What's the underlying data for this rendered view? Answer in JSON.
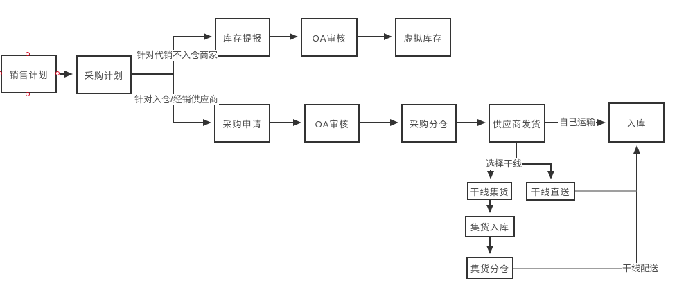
{
  "diagram": {
    "type": "flowchart",
    "background_color": "#ffffff",
    "node_border_color": "#333333",
    "node_fill_color": "#ffffff",
    "text_color": "#4a4a4a",
    "connector_color": "#333333",
    "selection_handle_color": "#d0021b",
    "nodes": [
      {
        "id": "sales-plan",
        "label": "销售计划",
        "selected": true
      },
      {
        "id": "purchase-plan",
        "label": "采购计划"
      },
      {
        "id": "inventory-report",
        "label": "库存提报"
      },
      {
        "id": "oa-review-top",
        "label": "OA审核"
      },
      {
        "id": "virtual-inventory",
        "label": "虚拟库存"
      },
      {
        "id": "purchase-request",
        "label": "采购申请"
      },
      {
        "id": "oa-review-mid",
        "label": "OA审核"
      },
      {
        "id": "purchase-split-warehouse",
        "label": "采购分仓"
      },
      {
        "id": "supplier-shipping",
        "label": "供应商发货"
      },
      {
        "id": "warehouse-entry",
        "label": "入库"
      },
      {
        "id": "trunk-collection",
        "label": "干线集货"
      },
      {
        "id": "trunk-direct-delivery",
        "label": "干线直送"
      },
      {
        "id": "collection-warehouse-entry",
        "label": "集货入库"
      },
      {
        "id": "collection-split-warehouse",
        "label": "集货分仓"
      }
    ],
    "edge_labels": [
      {
        "id": "consignment-branch",
        "text": "针对代销不入仓商家"
      },
      {
        "id": "warehouse-branch",
        "text": "针对入仓/经销供应商"
      },
      {
        "id": "self-transport",
        "text": "自己运输"
      },
      {
        "id": "choose-trunk",
        "text": "选择干线"
      },
      {
        "id": "trunk-delivery",
        "text": "干线配送"
      }
    ],
    "edges": [
      {
        "from": "sales-plan",
        "to": "purchase-plan",
        "label": ""
      },
      {
        "from": "purchase-plan",
        "to": "inventory-report",
        "label": "针对代销不入仓商家"
      },
      {
        "from": "purchase-plan",
        "to": "purchase-request",
        "label": "针对入仓/经销供应商"
      },
      {
        "from": "inventory-report",
        "to": "oa-review-top",
        "label": ""
      },
      {
        "from": "oa-review-top",
        "to": "virtual-inventory",
        "label": ""
      },
      {
        "from": "purchase-request",
        "to": "oa-review-mid",
        "label": ""
      },
      {
        "from": "oa-review-mid",
        "to": "purchase-split-warehouse",
        "label": ""
      },
      {
        "from": "purchase-split-warehouse",
        "to": "supplier-shipping",
        "label": ""
      },
      {
        "from": "supplier-shipping",
        "to": "warehouse-entry",
        "label": "自己运输"
      },
      {
        "from": "supplier-shipping",
        "to": "trunk-collection",
        "label": "选择干线"
      },
      {
        "from": "supplier-shipping",
        "to": "trunk-direct-delivery",
        "label": "选择干线"
      },
      {
        "from": "trunk-collection",
        "to": "collection-warehouse-entry",
        "label": ""
      },
      {
        "from": "collection-warehouse-entry",
        "to": "collection-split-warehouse",
        "label": ""
      },
      {
        "from": "trunk-direct-delivery",
        "to": "warehouse-entry",
        "label": ""
      },
      {
        "from": "collection-split-warehouse",
        "to": "warehouse-entry",
        "label": "干线配送"
      }
    ]
  }
}
